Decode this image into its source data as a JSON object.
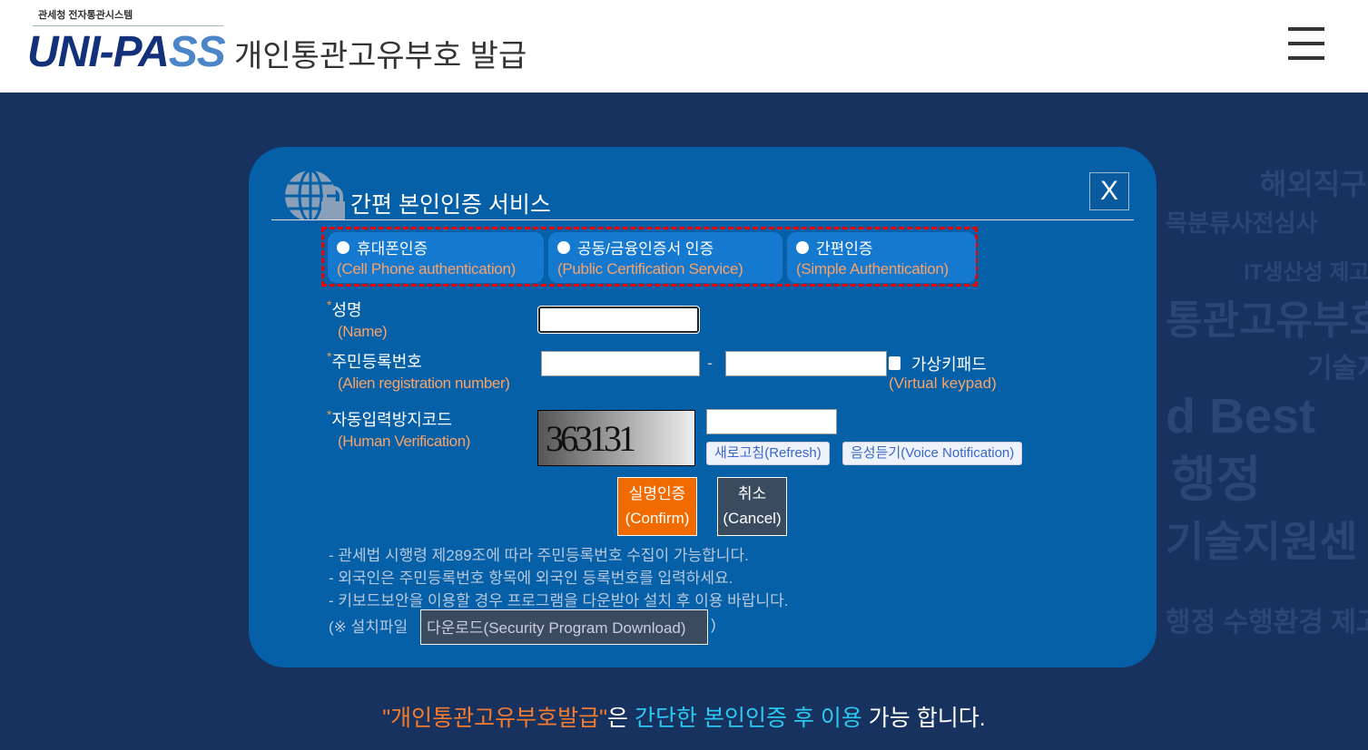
{
  "header": {
    "logo_sub": "관세청 전자통관시스템",
    "logo_brand_a": "UNI-PA",
    "logo_brand_b": "SS",
    "title": "개인통관고유부호 발급",
    "menu_icon": "hamburger-icon"
  },
  "background_words": [
    "해외직구",
    "목분류사전심사",
    "통관고유부호",
    "d Best",
    "행정",
    "기술지원센",
    "행정 수행환경 제고",
    "IT생산성 제고",
    "기술지"
  ],
  "modal": {
    "title": "간편 본인인증 서비스",
    "close": "X",
    "auth_options": [
      {
        "label": "휴대폰인증",
        "sub": "(Cell Phone authentication)"
      },
      {
        "label": "공동/금융인증서 인증",
        "sub": "(Public Certification Service)"
      },
      {
        "label": "간편인증",
        "sub": "(Simple Authentication)"
      }
    ],
    "required_mark": "*",
    "name": {
      "label": "성명",
      "sub": "(Name)",
      "value": ""
    },
    "reg": {
      "label": "주민등록번호",
      "sub": "(Alien registration number)",
      "dash": "-",
      "keypad": "가상키패드",
      "keypad_sub": "(Virtual keypad)"
    },
    "captcha": {
      "label": "자동입력방지코드",
      "sub": "(Human Verification)",
      "image_text": "363131",
      "refresh": "새로고침(Refresh)",
      "voice": "음성듣기(Voice Notification)"
    },
    "confirm": {
      "a": "실명인증",
      "b": "(Confirm)"
    },
    "cancel": {
      "a": "취소",
      "b": "(Cancel)"
    },
    "notes": [
      "- 관세법 시행령 제289조에 따라 주민등록번호 수집이 가능합니다.",
      "- 외국인은 주민등록번호 항목에 외국인 등록번호를 입력하세요.",
      "- 키보드보안을 이용할 경우 프로그램을 다운받아 설치 후 이용 바랍니다."
    ],
    "install_prefix": "(※ 설치파일",
    "download": "다운로드(Security Program Download)",
    "install_suffix": ")"
  },
  "footer": {
    "p1": "\"개인통관고유부호발급\"",
    "p2": "은 ",
    "p3": "간단한 본인인증 후 이용",
    "p4": " 가능 합니다."
  },
  "colors": {
    "modal": "#0560a8",
    "background": "#17325f",
    "confirm": "#f06a00",
    "orange": "#f47c2c",
    "cyan": "#2bc8f0"
  }
}
